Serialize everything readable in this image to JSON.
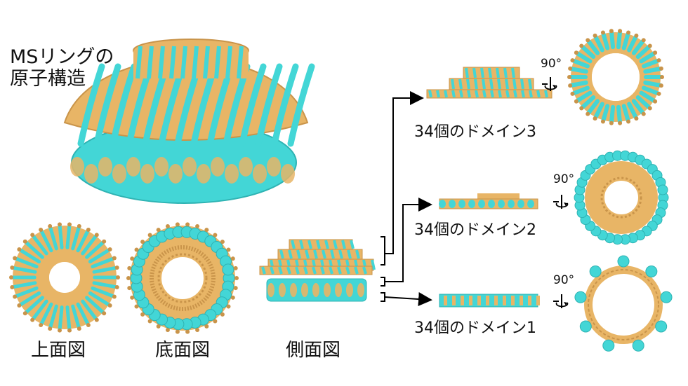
{
  "title": {
    "line1": "MSリングの",
    "line2": "原子構造"
  },
  "views": {
    "top": "上面図",
    "bottom": "底面図",
    "side": "側面図"
  },
  "domains": [
    {
      "label": "34個のドメイン3",
      "rotation": "90°"
    },
    {
      "label": "34個のドメイン2",
      "rotation": "90°"
    },
    {
      "label": "34個のドメイン1",
      "rotation": "90°"
    }
  ],
  "colors": {
    "orange": "#E8B566",
    "cyan": "#43D6D6",
    "arrow": "#000000"
  }
}
